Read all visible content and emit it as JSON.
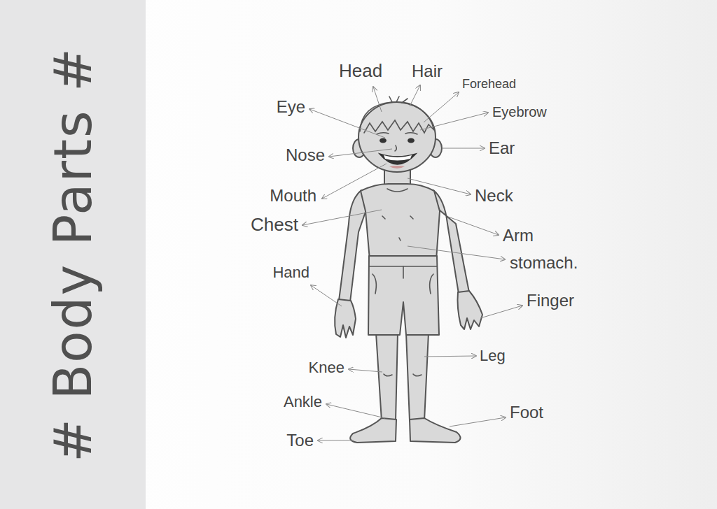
{
  "diagram": {
    "title": "# Body Parts #",
    "labels": [
      "Head",
      "Hair",
      "Forehead",
      "Eye",
      "Eyebrow",
      "Nose",
      "Ear",
      "Mouth",
      "Neck",
      "Chest",
      "Arm",
      "stomach.",
      "Hand",
      "Finger",
      "Knee",
      "Leg",
      "Ankle",
      "Foot",
      "Toe"
    ]
  }
}
